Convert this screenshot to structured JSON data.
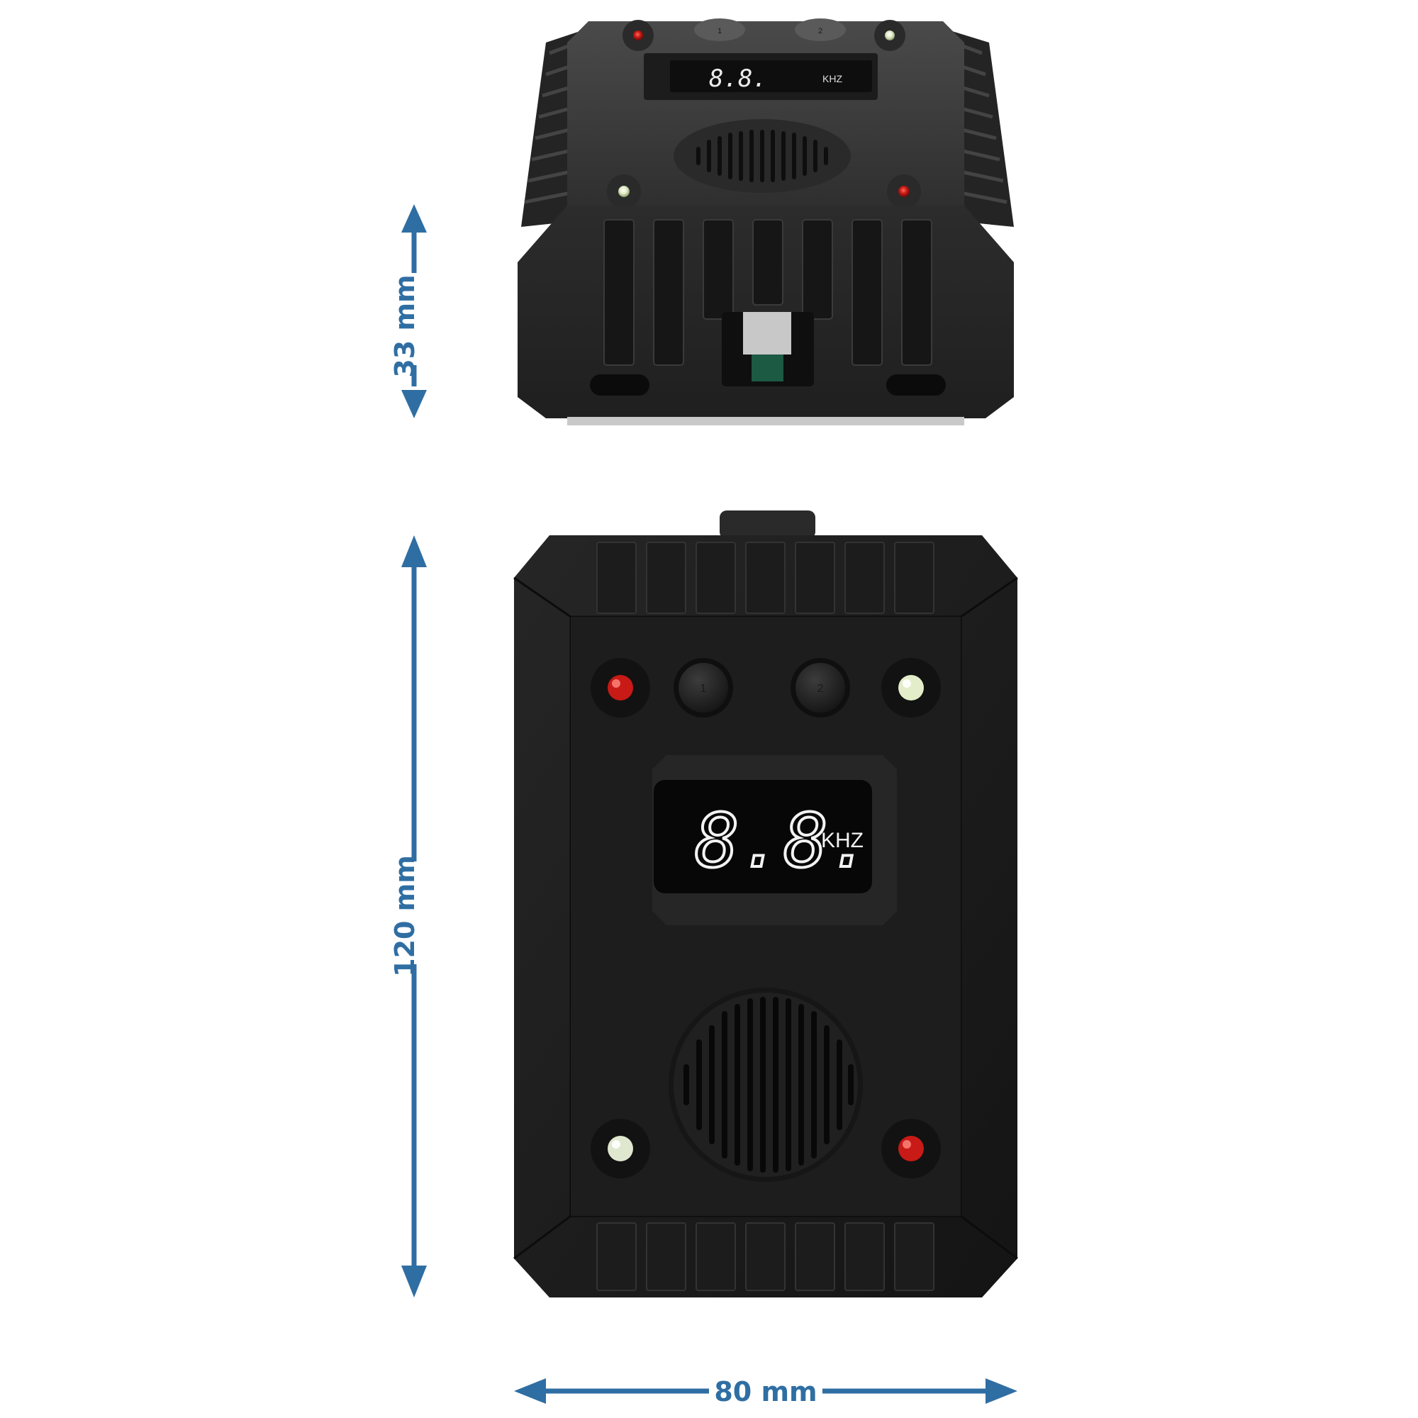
{
  "dimensions": {
    "depth": "33 mm",
    "height": "120 mm",
    "width": "80 mm"
  },
  "front_view": {
    "display_unit": "KHZ",
    "button_1": "1",
    "button_2": "2",
    "led_colors": {
      "top_left": "#c81a16",
      "top_right": "#e4edc9",
      "bottom_left": "#dfe8cf",
      "bottom_right": "#c81a16"
    }
  },
  "top_view": {
    "display_unit": "KHZ",
    "button_1": "1",
    "button_2": "2"
  },
  "colors": {
    "accent_arrow": "#2f6ea3",
    "device_body": "#1b1b1b",
    "device_top_gray": "#3a3a3a"
  }
}
